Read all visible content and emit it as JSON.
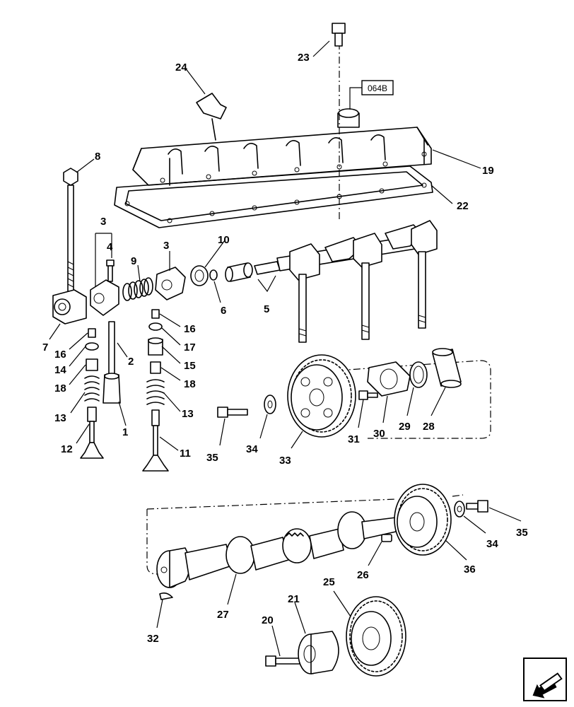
{
  "diagram": {
    "reference_box": "064B",
    "callouts": [
      {
        "id": "c23",
        "text": "23"
      },
      {
        "id": "c24",
        "text": "24"
      },
      {
        "id": "c19",
        "text": "19"
      },
      {
        "id": "c22",
        "text": "22"
      },
      {
        "id": "c8",
        "text": "8"
      },
      {
        "id": "c3a",
        "text": "3"
      },
      {
        "id": "c3b",
        "text": "3"
      },
      {
        "id": "c4",
        "text": "4"
      },
      {
        "id": "c9",
        "text": "9"
      },
      {
        "id": "c10",
        "text": "10"
      },
      {
        "id": "c6",
        "text": "6"
      },
      {
        "id": "c5",
        "text": "5"
      },
      {
        "id": "c7",
        "text": "7"
      },
      {
        "id": "c16a",
        "text": "16"
      },
      {
        "id": "c14",
        "text": "14"
      },
      {
        "id": "c18a",
        "text": "18"
      },
      {
        "id": "c13a",
        "text": "13"
      },
      {
        "id": "c12",
        "text": "12"
      },
      {
        "id": "c2",
        "text": "2"
      },
      {
        "id": "c1",
        "text": "1"
      },
      {
        "id": "c16b",
        "text": "16"
      },
      {
        "id": "c17",
        "text": "17"
      },
      {
        "id": "c15",
        "text": "15"
      },
      {
        "id": "c18b",
        "text": "18"
      },
      {
        "id": "c13b",
        "text": "13"
      },
      {
        "id": "c11",
        "text": "11"
      },
      {
        "id": "c35a",
        "text": "35"
      },
      {
        "id": "c34a",
        "text": "34"
      },
      {
        "id": "c33",
        "text": "33"
      },
      {
        "id": "c31",
        "text": "31"
      },
      {
        "id": "c30",
        "text": "30"
      },
      {
        "id": "c29",
        "text": "29"
      },
      {
        "id": "c28",
        "text": "28"
      },
      {
        "id": "c35b",
        "text": "35"
      },
      {
        "id": "c34b",
        "text": "34"
      },
      {
        "id": "c36",
        "text": "36"
      },
      {
        "id": "c26",
        "text": "26"
      },
      {
        "id": "c27",
        "text": "27"
      },
      {
        "id": "c32",
        "text": "32"
      },
      {
        "id": "c25",
        "text": "25"
      },
      {
        "id": "c21",
        "text": "21"
      },
      {
        "id": "c20",
        "text": "20"
      }
    ]
  },
  "navigation": {
    "icon": "return-arrow-icon"
  }
}
